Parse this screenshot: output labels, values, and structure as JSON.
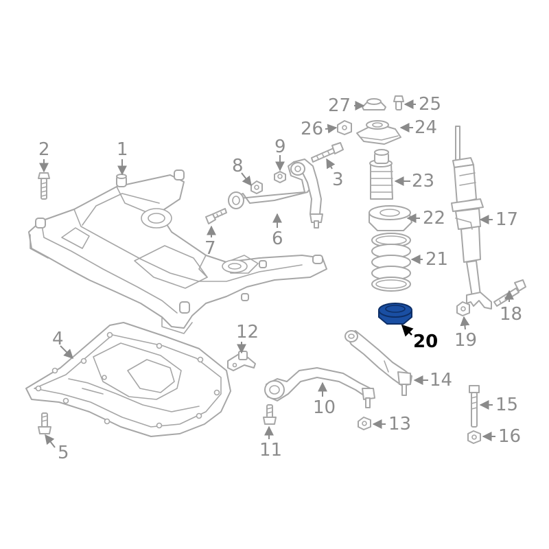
{
  "diagram": {
    "highlighted_part": "20",
    "highlight_color": "#1a4fa3",
    "callouts": [
      {
        "id": "c1",
        "label": "1"
      },
      {
        "id": "c2",
        "label": "2"
      },
      {
        "id": "c3",
        "label": "3"
      },
      {
        "id": "c4",
        "label": "4"
      },
      {
        "id": "c5",
        "label": "5"
      },
      {
        "id": "c6",
        "label": "6"
      },
      {
        "id": "c7",
        "label": "7"
      },
      {
        "id": "c8",
        "label": "8"
      },
      {
        "id": "c9",
        "label": "9"
      },
      {
        "id": "c10",
        "label": "10"
      },
      {
        "id": "c11",
        "label": "11"
      },
      {
        "id": "c12",
        "label": "12"
      },
      {
        "id": "c13",
        "label": "13"
      },
      {
        "id": "c14",
        "label": "14"
      },
      {
        "id": "c15",
        "label": "15"
      },
      {
        "id": "c16",
        "label": "16"
      },
      {
        "id": "c17",
        "label": "17"
      },
      {
        "id": "c18",
        "label": "18"
      },
      {
        "id": "c19",
        "label": "19"
      },
      {
        "id": "c20",
        "label": "20"
      },
      {
        "id": "c21",
        "label": "21"
      },
      {
        "id": "c22",
        "label": "22"
      },
      {
        "id": "c23",
        "label": "23"
      },
      {
        "id": "c24",
        "label": "24"
      },
      {
        "id": "c25",
        "label": "25"
      },
      {
        "id": "c26",
        "label": "26"
      },
      {
        "id": "c27",
        "label": "27"
      }
    ]
  }
}
